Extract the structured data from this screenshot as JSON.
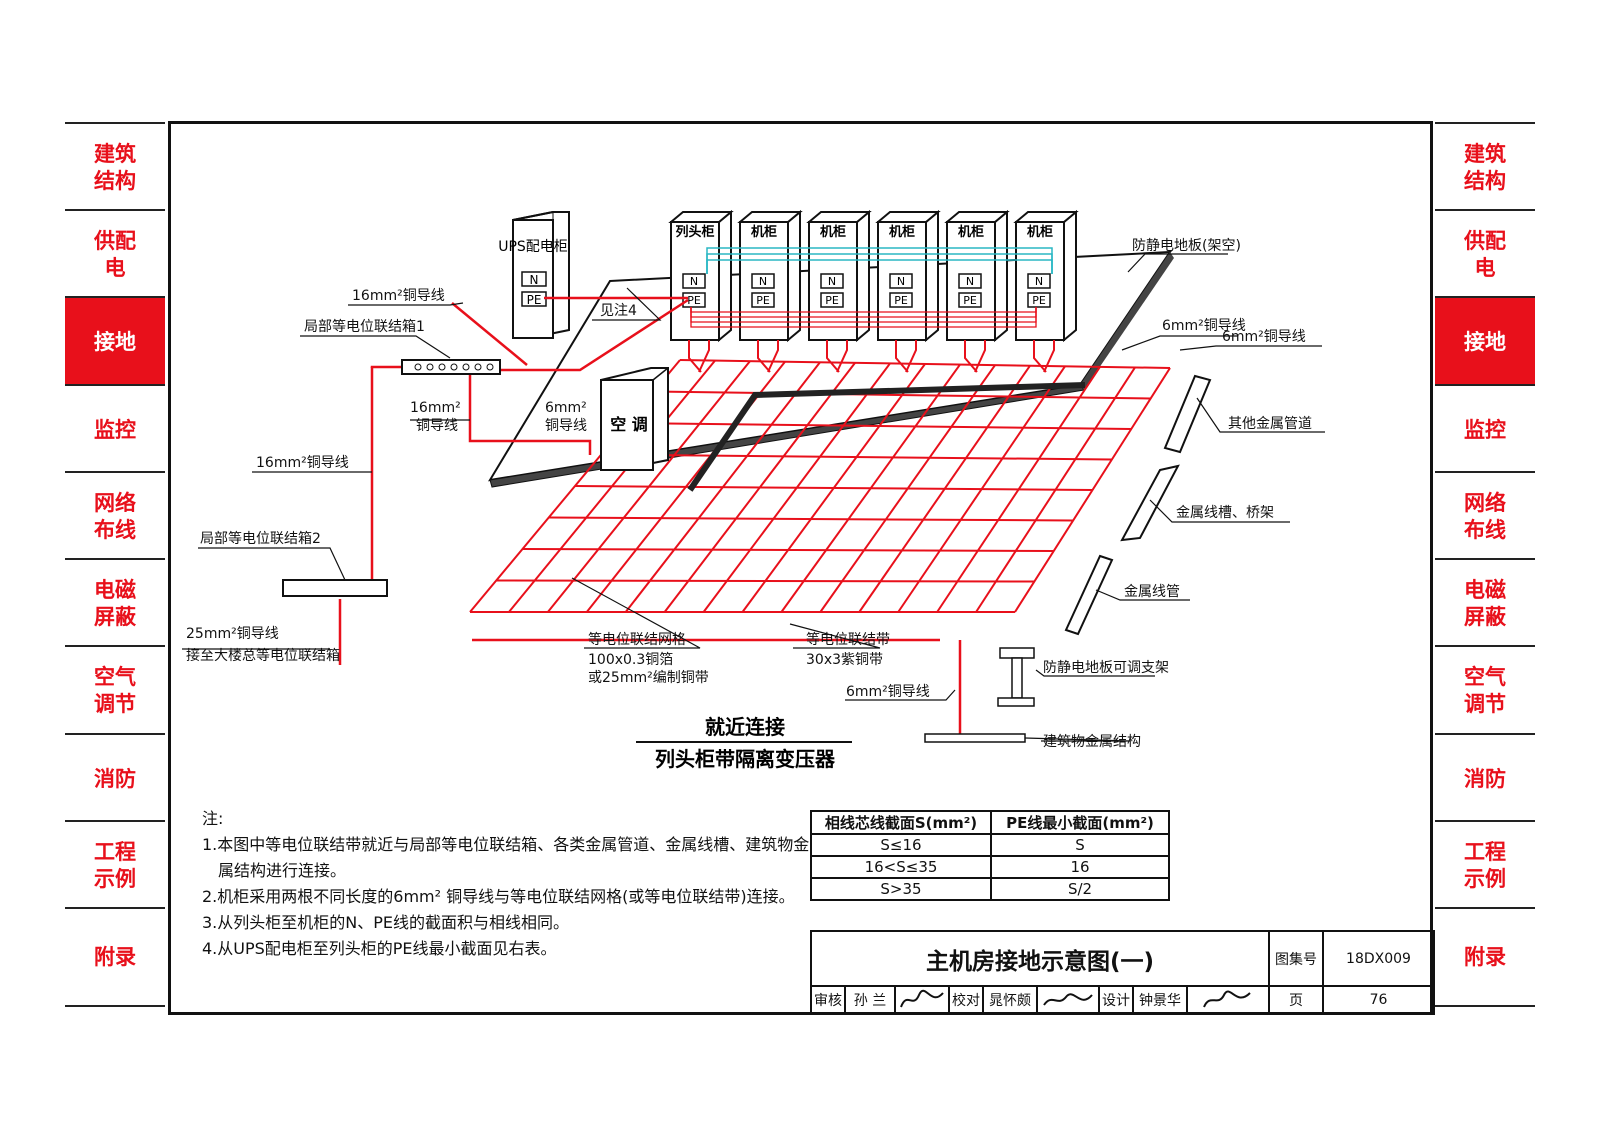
{
  "sidebar": {
    "items": [
      {
        "label": "建筑结构",
        "active": false
      },
      {
        "label": "供配电",
        "active": false
      },
      {
        "label": "接地",
        "active": true
      },
      {
        "label": "监控",
        "active": false
      },
      {
        "label": "网络布线",
        "active": false
      },
      {
        "label": "电磁屏蔽",
        "active": false
      },
      {
        "label": "空气调节",
        "active": false
      },
      {
        "label": "消防",
        "active": false
      },
      {
        "label": "工程示例",
        "active": false
      },
      {
        "label": "附录",
        "active": false
      }
    ],
    "accent_color": "#e8101b"
  },
  "diagram": {
    "ups_cabinet": "UPS配电柜",
    "n_label": "N",
    "pe_label": "PE",
    "cabinets": [
      "列头柜",
      "机柜",
      "机柜",
      "机柜",
      "机柜",
      "机柜"
    ],
    "air_conditioner": "空 调",
    "labels": {
      "wire_16_top": "16mm²铜导线",
      "local_box_1": "局部等电位联结箱1",
      "wire_16_mid": "16mm²",
      "wire_16_mid2": "铜导线",
      "wire_6_ac": "6mm²",
      "wire_6_ac2": "铜导线",
      "see_note_4": "见注4",
      "floor_raised": "防静电地板(架空)",
      "wire_6_a": "6mm²铜导线",
      "wire_6_b": "6mm²铜导线",
      "other_pipes": "其他金属管道",
      "wire_16_left": "16mm²铜导线",
      "local_box_2": "局部等电位联结箱2",
      "trays": "金属线槽、桥架",
      "conduit": "金属线管",
      "wire_25": "25mm²铜导线",
      "to_main_box": "接至大楼总等电位联结箱",
      "mesh_1": "等电位联结网格",
      "mesh_2": "100x0.3铜箔",
      "mesh_3": "或25mm²编制铜带",
      "strip_1": "等电位联结带",
      "strip_2": "30x3紫铜带",
      "floor_support": "防静电地板可调支架",
      "wire_6_c": "6mm²铜导线",
      "building_metal": "建筑物金属结构"
    },
    "caption_1": "就近连接",
    "caption_2": "列头柜带隔离变压器",
    "wire_color": "#e8101b",
    "bus_color": "#2ab7c4"
  },
  "notes": {
    "heading": "注:",
    "lines": [
      "1.本图中等电位联结带就近与局部等电位联结箱、各类金属管道、金属线槽、建筑物金",
      "属结构进行连接。",
      "2.机柜采用两根不同长度的6mm² 铜导线与等电位联结网格(或等电位联结带)连接。",
      "3.从列头柜至机柜的N、PE线的截面积与相线相同。",
      "4.从UPS配电柜至列头柜的PE线最小截面见右表。"
    ]
  },
  "pe_table": {
    "headers": [
      "相线芯线截面S(mm²)",
      "PE线最小截面(mm²)"
    ],
    "rows": [
      [
        "S≤16",
        "S"
      ],
      [
        "16<S≤35",
        "16"
      ],
      [
        "S>35",
        "S/2"
      ]
    ]
  },
  "title_block": {
    "title": "主机房接地示意图(一)",
    "atlas_label": "图集号",
    "atlas_no": "18DX009",
    "review_label": "审核",
    "reviewer": "孙 兰",
    "check_label": "校对",
    "checker": "晁怀颇",
    "design_label": "设计",
    "designer": "钟景华",
    "page_label": "页",
    "page_no": "76"
  }
}
